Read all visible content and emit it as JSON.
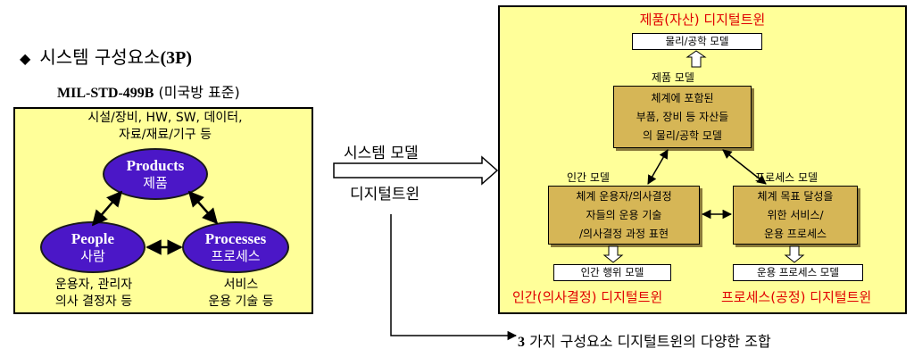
{
  "title": {
    "bullet": "◆",
    "text": "시스템 구성요소",
    "count": "(3P)"
  },
  "subtitle": {
    "standard": "MIL-STD-499B",
    "note": "(미국방 표준)"
  },
  "left_panel": {
    "products_desc_line1": "시설/장비, HW, SW, 데이터,",
    "products_desc_line2": "자료/재료/기구 등",
    "products_en": "Products",
    "products_ko": "제품",
    "people_en": "People",
    "people_ko": "사람",
    "processes_en": "Processes",
    "processes_ko": "프로세스",
    "people_desc_line1": "운용자, 관리자",
    "people_desc_line2": "의사 결정자 등",
    "processes_desc_line1": "서비스",
    "processes_desc_line2": "운용 기술 등"
  },
  "middle": {
    "system_model": "시스템 모델",
    "digital_twin": "디지털트윈"
  },
  "right_panel": {
    "product_twin_title": "제품(자산) 디지털트윈",
    "physics_model": "물리/공학 모델",
    "product_model_label": "제품 모델",
    "product_box_line1": "체계에 포함된",
    "product_box_line2": "부품, 장비 등 자산들",
    "product_box_line3": "의 물리/공학 모델",
    "human_model_label": "인간 모델",
    "process_model_label": "프로세스 모델",
    "human_box_line1": "체계 운용자/의사결정",
    "human_box_line2": "자들의 운용 기술",
    "human_box_line3": "/의사결정 과정 표현",
    "process_box_line1": "체계 목표 달성을",
    "process_box_line2": "위한 서비스/",
    "process_box_line3": "운용 프로세스",
    "human_behavior_model": "인간 행위 모델",
    "process_ops_model": "운용 프로세스 모델",
    "human_twin_title": "인간(의사결정) 디지털트윈",
    "process_twin_title": "프로세스(공정) 디지털트윈"
  },
  "bottom_note": {
    "number": "3",
    "text": " 가지 구성요소 디지털트윈의 다양한 조합"
  },
  "colors": {
    "panel_fill": "#ffff99",
    "ellipse_fill": "#4b17c7",
    "box_fill": "#d6b656",
    "title_red": "#e00000"
  }
}
